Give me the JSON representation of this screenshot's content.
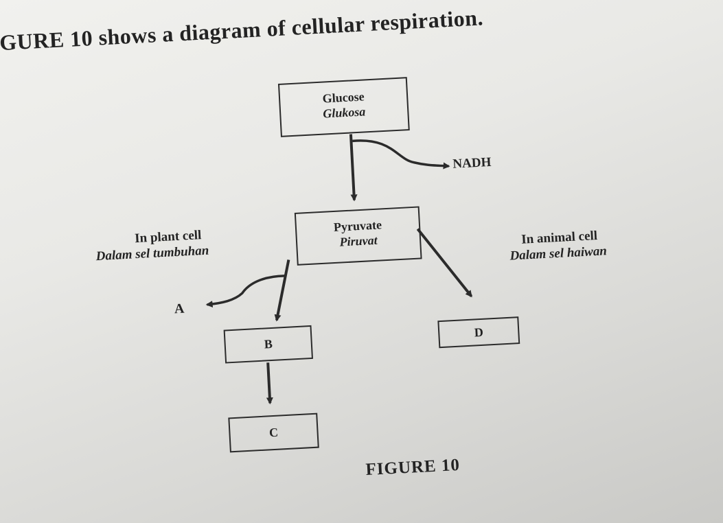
{
  "heading": "GURE 10 shows a diagram of cellular respiration.",
  "boxes": {
    "glucose": {
      "en": "Glucose",
      "ms": "Glukosa"
    },
    "pyruvate": {
      "en": "Pyruvate",
      "ms": "Piruvat"
    },
    "b": "B",
    "c": "C",
    "d": "D"
  },
  "labels": {
    "nadh": "NADH",
    "plant_en": "In plant cell",
    "plant_ms": "Dalam sel tumbuhan",
    "animal_en": "In animal cell",
    "animal_ms": "Dalam sel haiwan",
    "a": "A"
  },
  "caption": "FIGURE 10"
}
